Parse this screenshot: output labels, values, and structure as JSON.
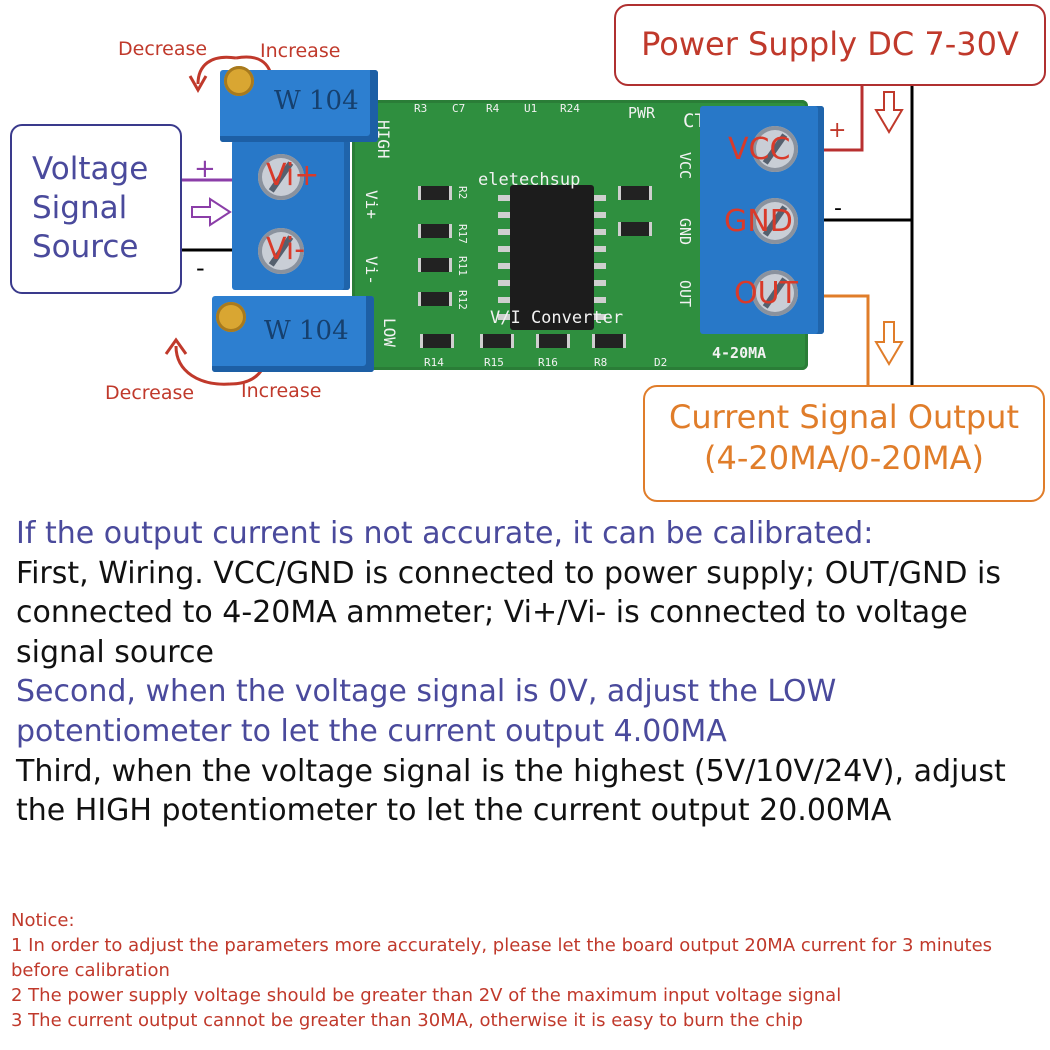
{
  "labels": {
    "decrease_top": "Decrease",
    "increase_top": "Increase",
    "decrease_bottom": "Decrease",
    "increase_bottom": "Increase",
    "voltage_source": [
      "Voltage",
      "Signal",
      "Source"
    ],
    "plus": "+",
    "minus": "-",
    "power_supply": "Power Supply DC 7-30V",
    "power_plus": "+",
    "power_minus": "-",
    "current_output": [
      "Current Signal Output",
      "(4-20MA/0-20MA)"
    ]
  },
  "board": {
    "pins_left": [
      "Vi+",
      "Vi-"
    ],
    "pins_right": [
      "VCC",
      "GND",
      "OUT"
    ],
    "pot_label": "W 104",
    "silk_high": "HIGH",
    "silk_low": "LOW",
    "silk_vplus": "Vi+",
    "silk_vminus": "Vi-",
    "brand": "eletechsup",
    "converter": "V/I Converter",
    "range": "4-20MA",
    "pwr": "PWR",
    "ct": "CT",
    "side_vcc": "VCC",
    "side_gnd": "GND",
    "side_out": "OUT",
    "top_parts": [
      "R3",
      "C7",
      "R4",
      "U1",
      "R24"
    ],
    "bottom_parts": [
      "R14",
      "R15",
      "R16",
      "R8",
      "D2"
    ],
    "mid_parts": [
      "R2",
      "R17",
      "R11",
      "R12"
    ]
  },
  "instructions": {
    "heading": "If the output current is not accurate, it can be calibrated:",
    "step1": "First, Wiring. VCC/GND is connected to power supply; OUT/GND is connected to 4-20MA ammeter; Vi+/Vi- is connected to voltage signal source",
    "step2": "Second, when the voltage signal is 0V, adjust the LOW potentiometer to let the current output 4.00MA",
    "step3": "Third, when the voltage signal is the highest (5V/10V/24V), adjust the HIGH potentiometer to let the current output 20.00MA"
  },
  "notice": {
    "title": "Notice:",
    "items": [
      "1 In order to adjust the parameters more accurately, please let the board output 20MA current for 3 minutes before calibration",
      "2 The power supply voltage should be greater than 2V of the maximum input voltage signal",
      "3 The current output cannot be greater than 30MA, otherwise it is easy to burn the chip"
    ]
  },
  "colors": {
    "blue_text": "#4a4a9c",
    "red_text": "#c0392b",
    "orange": "#e07d2a",
    "board_green": "#2f8f3f",
    "terminal_blue": "#2878c8"
  }
}
